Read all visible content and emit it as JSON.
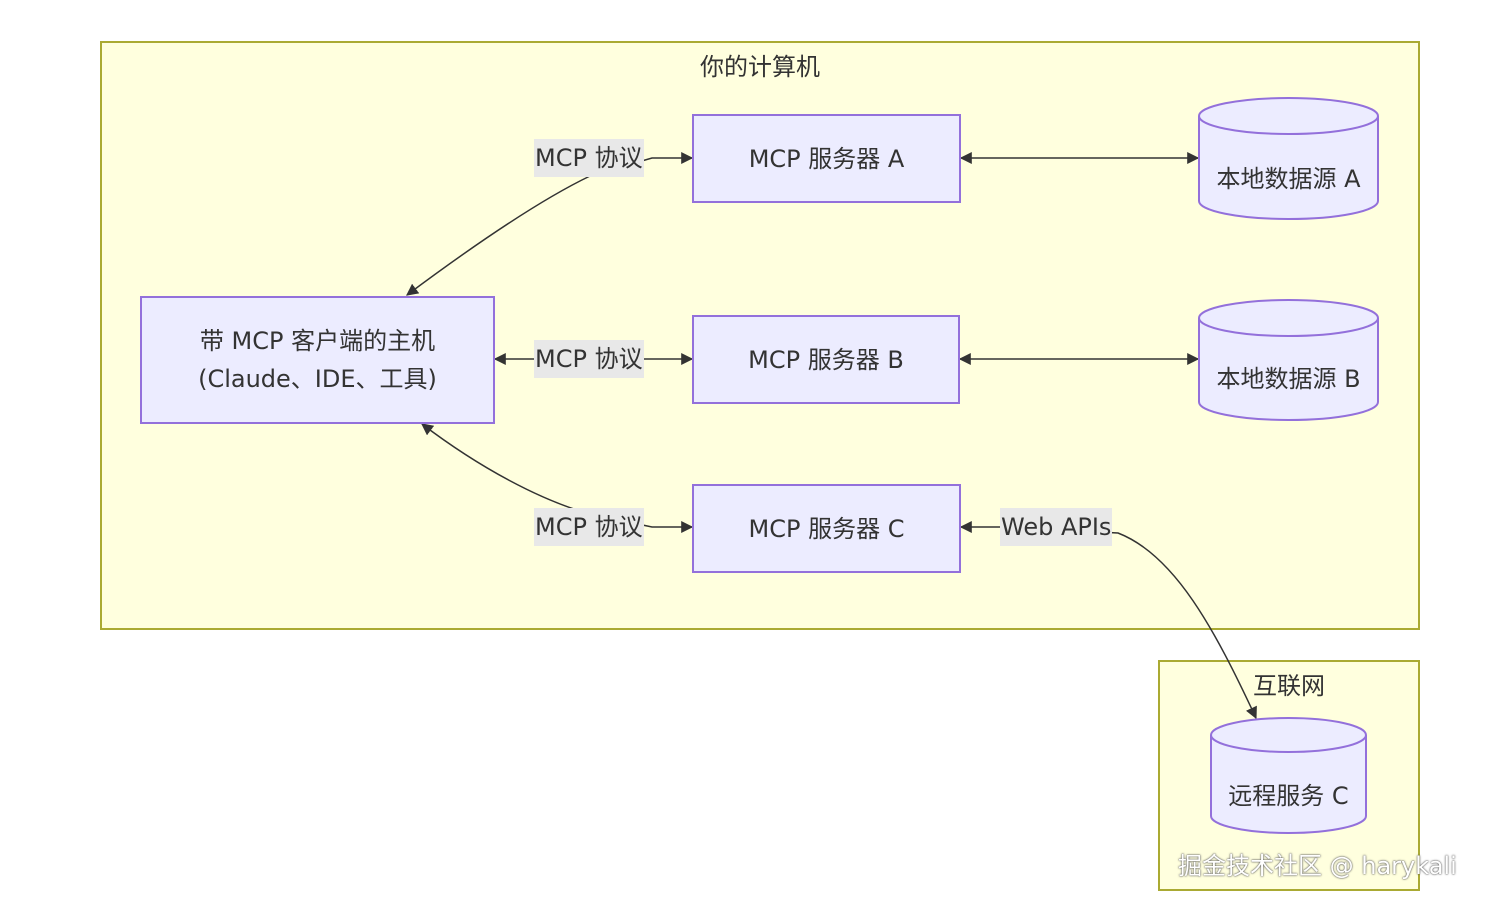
{
  "clusters": {
    "computer": {
      "title": "你的计算机"
    },
    "internet": {
      "title": "互联网"
    }
  },
  "nodes": {
    "host": {
      "line1": "带 MCP 客户端的主机",
      "line2": "(Claude、IDE、工具)"
    },
    "server_a": {
      "label": "MCP 服务器 A"
    },
    "server_b": {
      "label": "MCP 服务器 B"
    },
    "server_c": {
      "label": "MCP 服务器 C"
    },
    "local_a": {
      "label": "本地数据源 A"
    },
    "local_b": {
      "label": "本地数据源 B"
    },
    "remote_c": {
      "label": "远程服务 C"
    }
  },
  "edges": {
    "host_a": {
      "label": "MCP 协议"
    },
    "host_b": {
      "label": "MCP 协议"
    },
    "host_c": {
      "label": "MCP 协议"
    },
    "c_remote": {
      "label": "Web APIs"
    }
  },
  "watermark": "掘金技术社区 @ harykali",
  "colors": {
    "cluster_fill": "#ffffde",
    "cluster_stroke": "#aaaa33",
    "node_fill": "#ececff",
    "node_stroke": "#9370db",
    "edge": "#333333",
    "edge_label_bg": "#e8e8e8"
  }
}
